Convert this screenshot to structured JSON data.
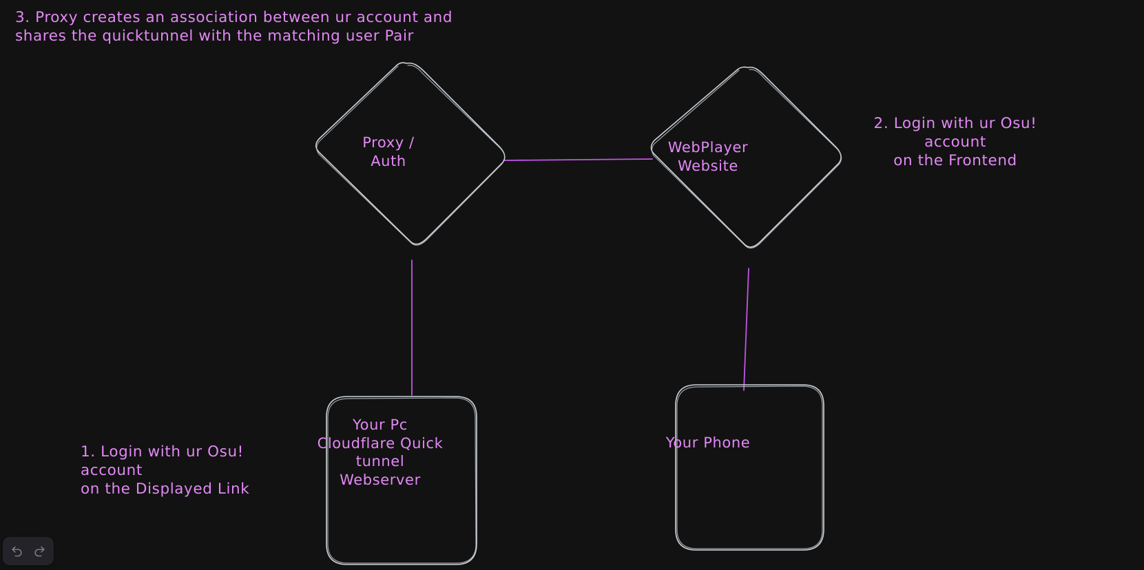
{
  "canvas": {
    "background_color": "#121212",
    "stroke_color": "#ced4da",
    "edge_color": "#c455e8",
    "text_color": "#e288f5"
  },
  "notes": [
    {
      "id": "step3",
      "text": "3. Proxy creates an association between ur account and\n shares the quicktunnel with the matching user Pair"
    },
    {
      "id": "step2",
      "text": "2. Login with ur Osu! account\non the Frontend"
    },
    {
      "id": "step1",
      "text": "1. Login with ur Osu! account\non the Displayed Link"
    }
  ],
  "nodes": [
    {
      "id": "proxy-auth",
      "shape": "diamond",
      "label": "Proxy /\nAuth"
    },
    {
      "id": "webplayer-website",
      "shape": "diamond",
      "label": "WebPlayer\nWebsite"
    },
    {
      "id": "your-pc",
      "shape": "rounded-rectangle",
      "label": "Your Pc\nCloudflare Quick\ntunnel\nWebserver"
    },
    {
      "id": "your-phone",
      "shape": "rounded-rectangle",
      "label": "Your Phone"
    }
  ],
  "toolbar": {
    "undo_label": "Undo",
    "redo_label": "Redo"
  }
}
